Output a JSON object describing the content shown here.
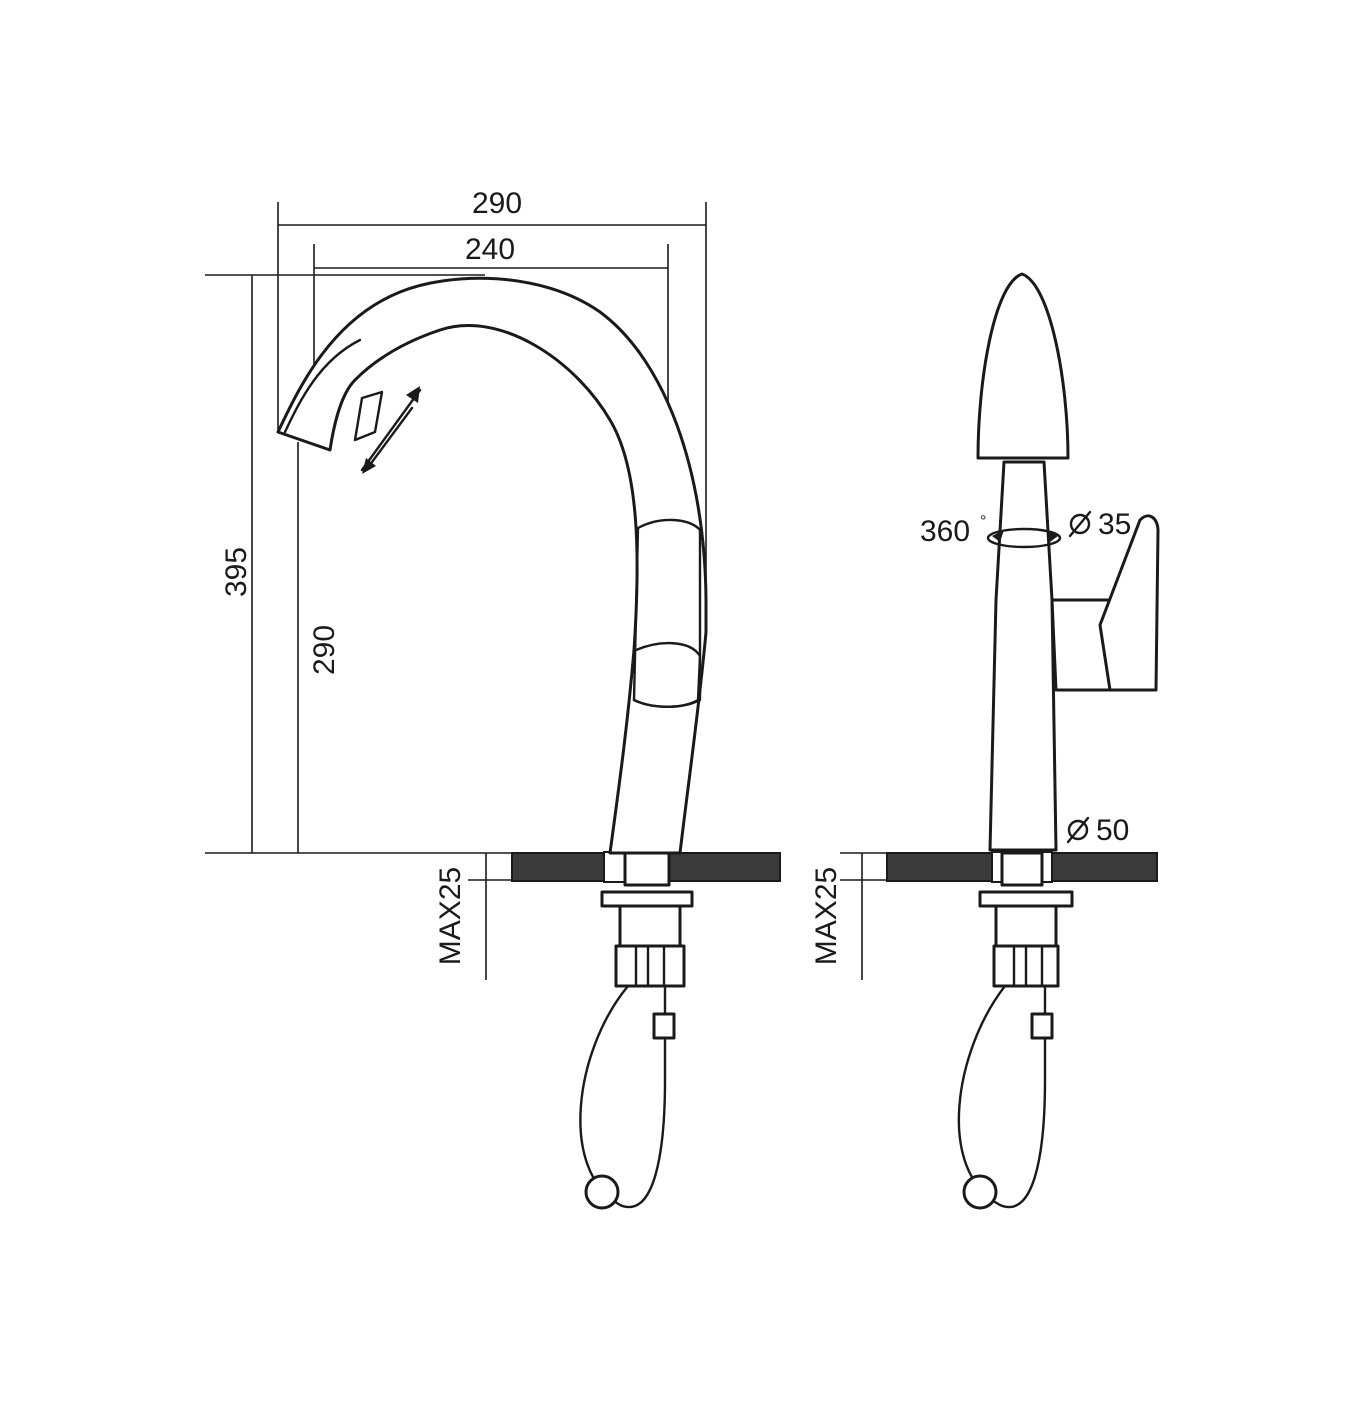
{
  "side_view": {
    "dim_total_width": "290",
    "dim_reach": "240",
    "dim_total_height": "395",
    "dim_spout_height": "290",
    "dim_counter_thickness": "MAX25"
  },
  "front_view": {
    "rotation_label": "360",
    "degree_mark": "°",
    "dim_top_diameter": "35",
    "dim_base_diameter": "50",
    "dim_counter_thickness": "MAX25"
  },
  "icons": {
    "diameter": "diameter-icon",
    "pull_arrow": "double-arrow-icon",
    "rotation": "rotation-arrow-icon"
  },
  "colors": {
    "line": "#1a1a1a",
    "counter_fill": "#3a3a3a",
    "background": "#ffffff"
  }
}
